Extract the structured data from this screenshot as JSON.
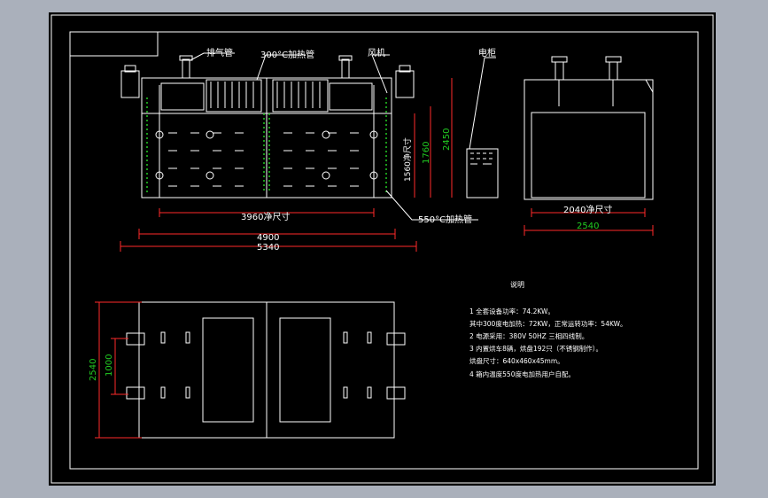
{
  "colors": {
    "viewport_bg": "#aab0bb",
    "paper": "#000000",
    "line_white": "#ffffff",
    "dim_red": "#ff2a2a",
    "green": "#22cc22",
    "text": "#ffffff"
  },
  "front_view": {
    "label_exhaust": "排气管",
    "label_heater_300": "300°C加热管",
    "label_fan": "风机",
    "label_cabinet": "电柜",
    "label_heater_550": "550°C加热管",
    "dim_inner_width": "3960净尺寸",
    "dim_overall_4900": "4900",
    "dim_overall_5340": "5340",
    "dim_inner_height": "1560净尺寸",
    "dim_1760": "1760",
    "dim_2450": "2450"
  },
  "side_view": {
    "dim_inner": "2040净尺寸",
    "dim_overall": "2540"
  },
  "plan_view": {
    "dim_2540": "2540",
    "dim_1000": "1000"
  },
  "notes": {
    "title": "说明",
    "lines": [
      "1  全套设备功率：74.2KW。",
      "    其中300度电加热：72KW，正常运转功率：54KW。",
      "2  电源采用：380V 50HZ 三相四线制。",
      "3  内置烘车8辆，烘盘192只（不锈钢制作）。",
      "    烘盘尺寸：640x460x45mm。",
      "4  箱内温度550度电加热用户自配。"
    ]
  }
}
